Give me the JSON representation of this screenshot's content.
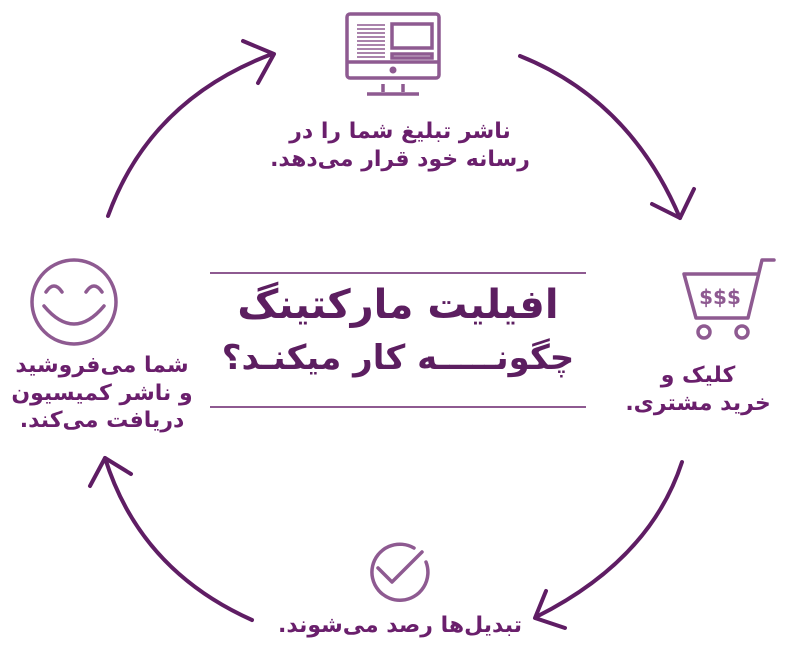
{
  "diagram": {
    "title": "افیلیت مارکتینگ",
    "subtitle": "چگونـــــه کار میکنـد؟",
    "colors": {
      "primary": "#6a1f6c",
      "icon": "#8e5a91",
      "arrow": "#5f1d64",
      "background": "#ffffff"
    },
    "steps": [
      {
        "id": "publish",
        "icon": "monitor-icon",
        "text_line1": "ناشر تبلیغ شما را در",
        "text_line2": "رسانه خود قرار می‌دهد."
      },
      {
        "id": "purchase",
        "icon": "shopping-cart-icon",
        "icon_text": "$$$",
        "text_line1": "کلیک و",
        "text_line2": "خرید مشتری."
      },
      {
        "id": "track",
        "icon": "check-circle-icon",
        "text_line1": "تبدیل‌ها رصد می‌شوند."
      },
      {
        "id": "commission",
        "icon": "smiley-icon",
        "text_line1": "شما می‌فروشید",
        "text_line2": "و ناشر کمیسیون",
        "text_line3": "دریافت می‌کند."
      }
    ],
    "flow_direction": "clockwise"
  }
}
